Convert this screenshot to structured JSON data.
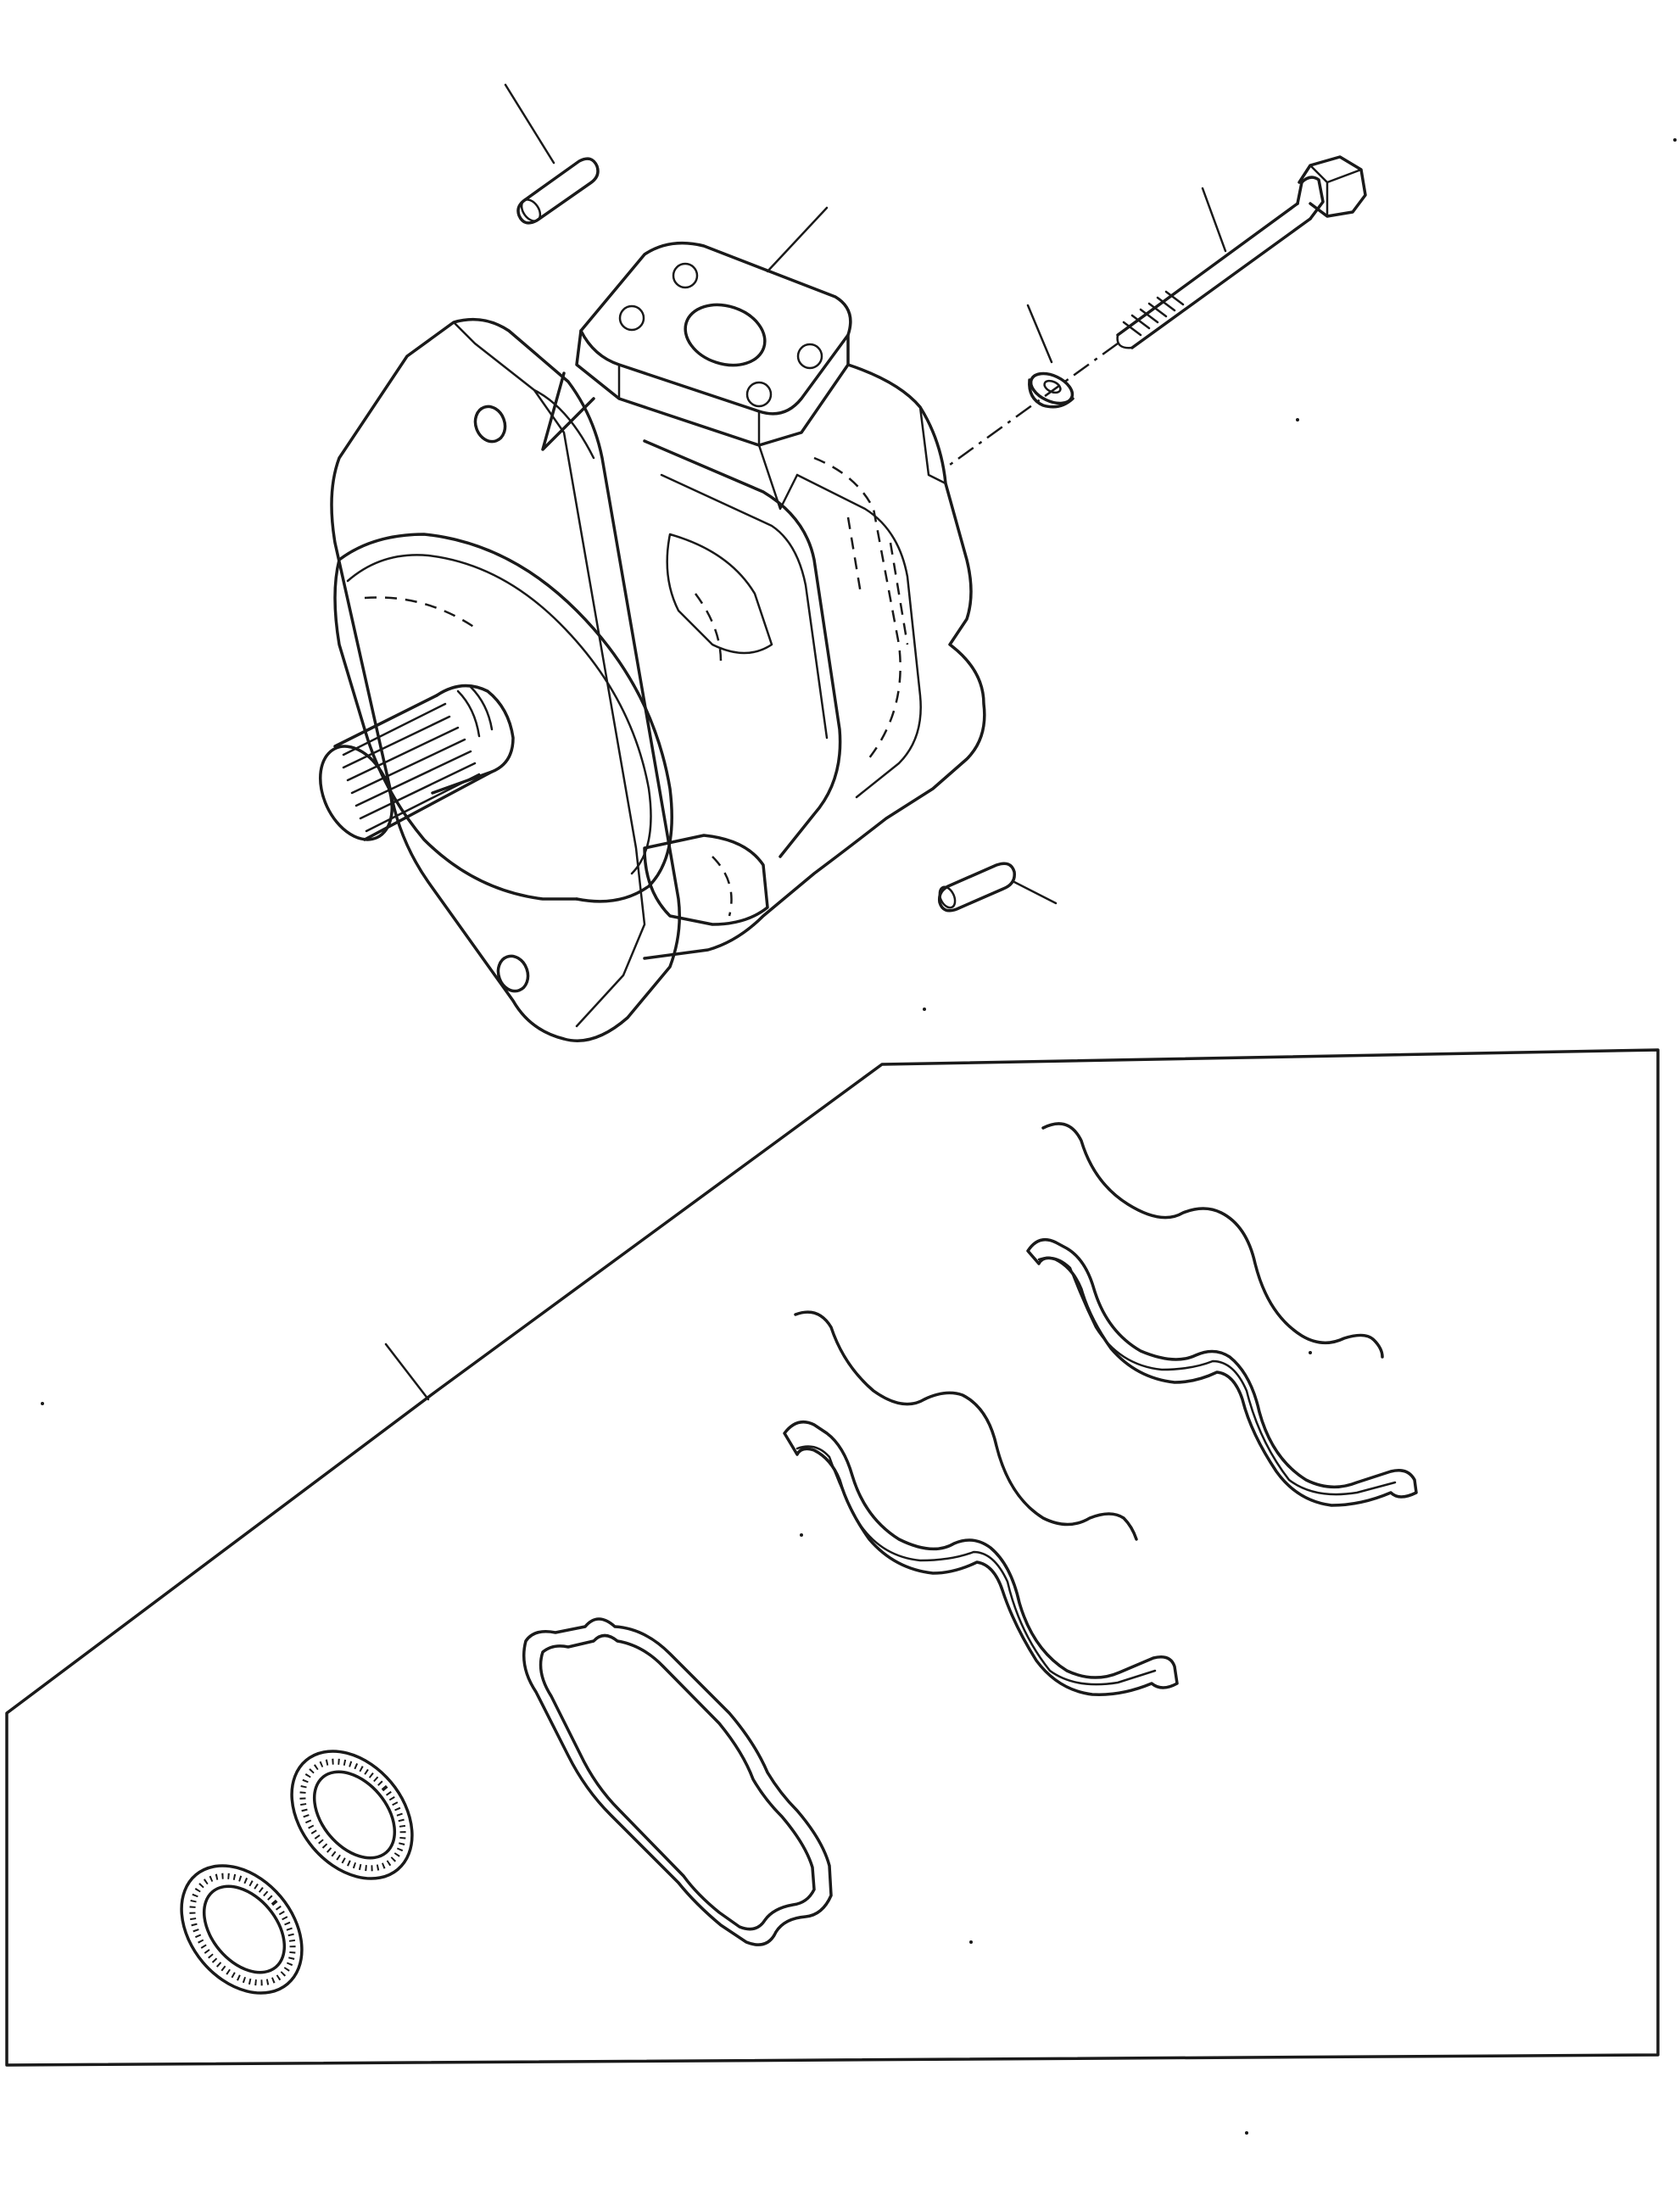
{
  "diagram": {
    "kind": "exploded-parts-drawing",
    "parts": [
      "pin-top",
      "pump-assembly",
      "washer",
      "bolt",
      "pin-right",
      "service-kit",
      "seal-strip-outline",
      "seal-strip",
      "gasket",
      "o-ring"
    ]
  },
  "colors": {
    "line": "#1a1a1a",
    "background": "#ffffff"
  }
}
